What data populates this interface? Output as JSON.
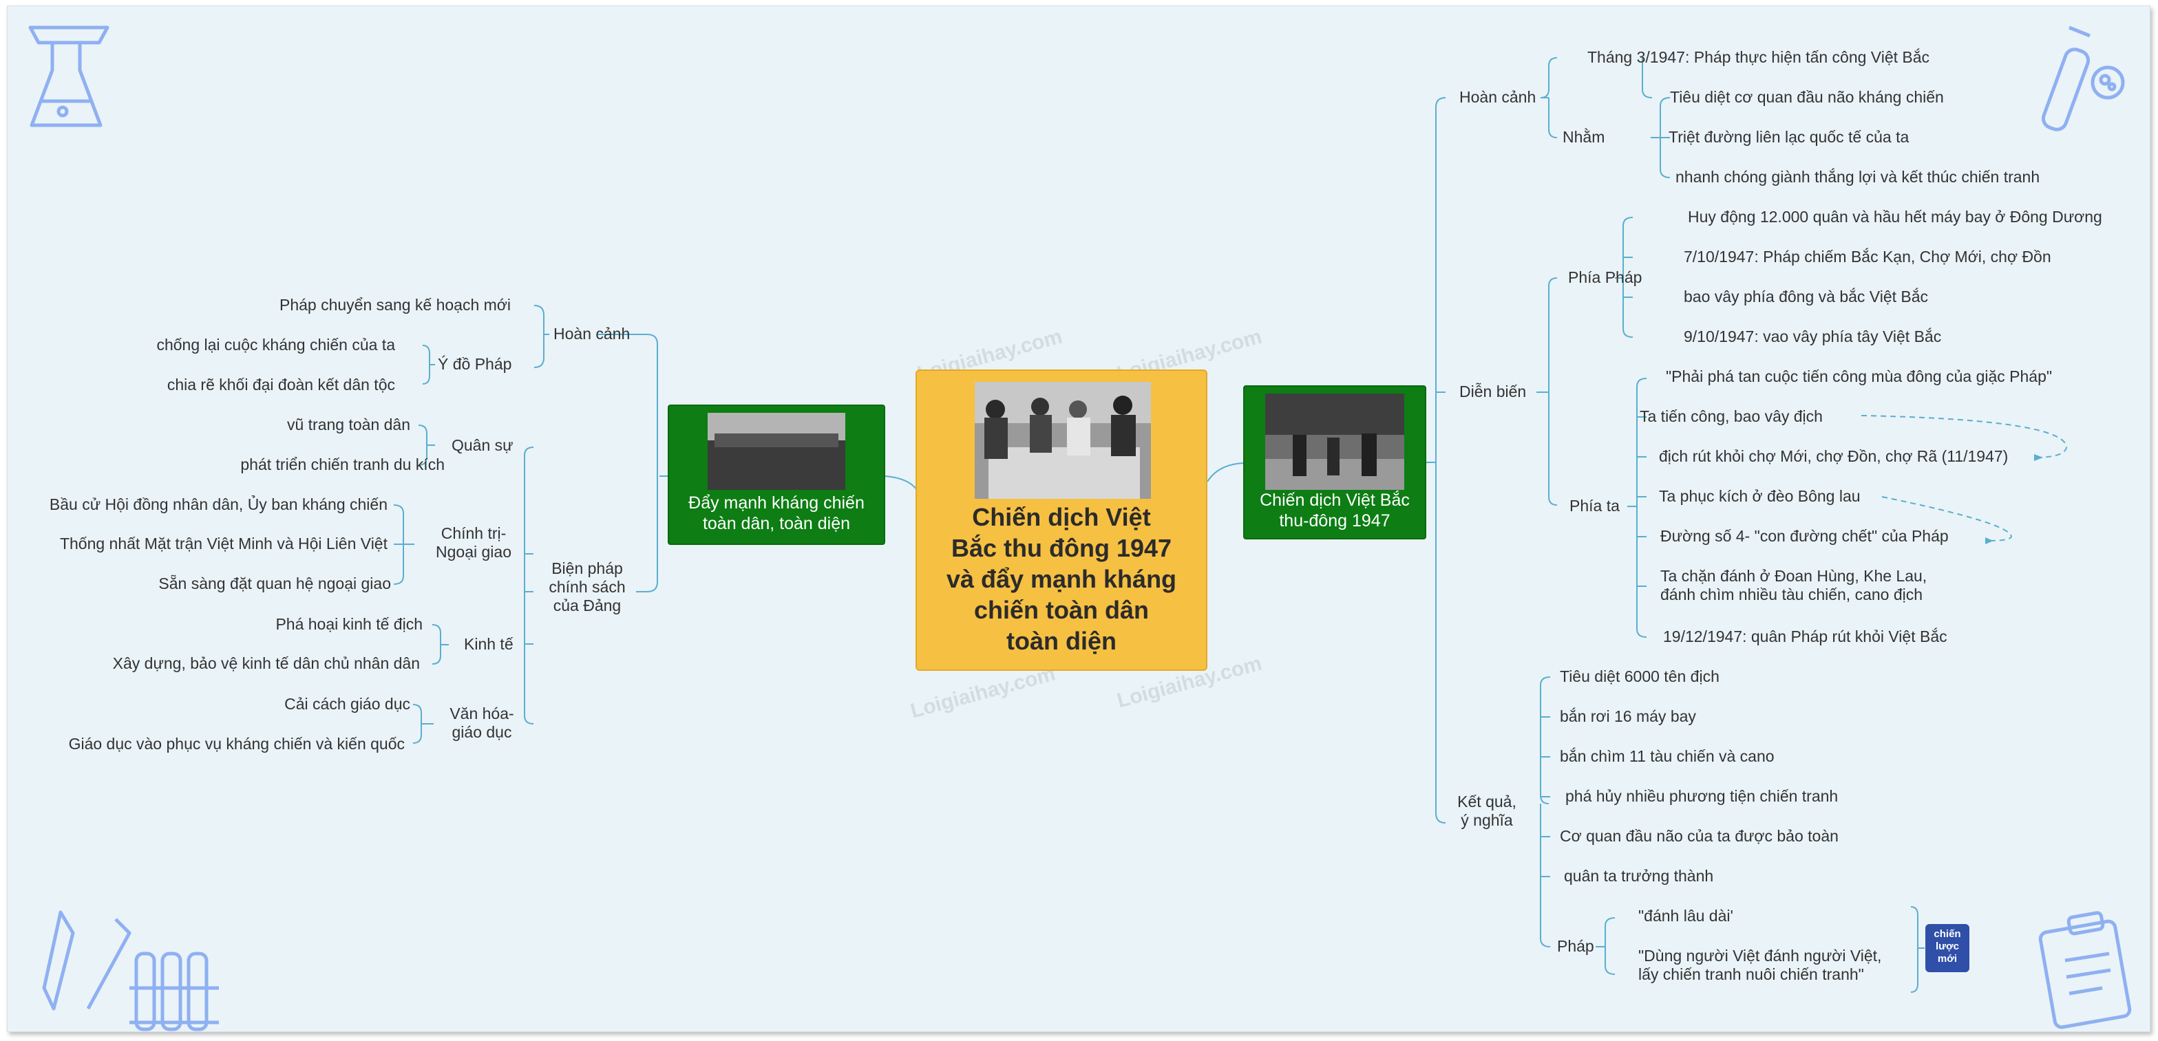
{
  "center": {
    "title": "Chiến dịch Việt\nBắc thu đông 1947\nvà đẩy mạnh kháng\nchiến toàn dân\ntoàn diện"
  },
  "left_main": {
    "label": "Đẩy mạnh kháng chiến\ntoàn dân, toàn diện",
    "hoan_canh": {
      "label": "Hoàn cảnh",
      "item1": "Pháp chuyển sang kế hoạch mới",
      "y_do_phap": {
        "label": "Ý đồ Pháp",
        "items": [
          "chống lại cuộc kháng chiến của ta",
          "chia rẽ khối đại đoàn kết dân tộc"
        ]
      }
    },
    "bien_phap": {
      "label": "Biện pháp\nchính sách\ncủa Đảng",
      "quan_su": {
        "label": "Quân sự",
        "items": [
          "vũ trang toàn dân",
          "phát triển chiến tranh du kích"
        ]
      },
      "chinh_tri": {
        "label": "Chính trị-\nNgoại giao",
        "items": [
          "Bầu cử Hội đồng nhân dân, Ủy ban kháng chiến",
          "Thống nhất Mặt trận Việt Minh và Hội Liên Việt",
          "Sẵn sàng đặt quan hệ ngoại giao"
        ]
      },
      "kinh_te": {
        "label": "Kinh tế",
        "items": [
          "Phá hoại kinh tế địch",
          "Xây dựng, bảo vệ kinh tế dân chủ nhân dân"
        ]
      },
      "van_hoa": {
        "label": "Văn hóa-\ngiáo dục",
        "items": [
          "Cải cách giáo dục",
          "Giáo dục vào phục vụ kháng chiến và kiến quốc"
        ]
      }
    }
  },
  "right_main": {
    "label": "Chiến dịch Việt Bắc\nthu-đông 1947",
    "hoan_canh": {
      "label": "Hoàn cảnh",
      "item1": "Tháng 3/1947: Pháp thực hiện tấn công Việt Bắc",
      "nham": {
        "label": "Nhằm",
        "items": [
          "Tiêu diệt cơ quan đầu não kháng chiến",
          "Triệt đường liên lạc quốc tế của ta",
          "nhanh chóng giành thắng lợi và kết thúc chiến tranh"
        ]
      }
    },
    "dien_bien": {
      "label": "Diễn biến",
      "phia_phap": {
        "label": "Phía Pháp",
        "items": [
          "Huy động 12.000 quân và hầu hết máy bay ở Đông Dương",
          "7/10/1947: Pháp chiếm Bắc Kạn, Chợ Mới, chợ Đồn",
          "bao vây phía đông và bắc Việt Bắc",
          "9/10/1947: vao vây phía tây Việt Bắc"
        ]
      },
      "phia_ta": {
        "label": "Phía ta",
        "items": [
          "\"Phải phá tan cuộc tiến công mùa đông của giặc Pháp\"",
          "Ta tiến công, bao vây địch",
          "địch rút khỏi chợ Mới, chợ Đồn, chợ Rã (11/1947)",
          "Ta phục kích ở đèo Bông lau",
          "Đường số 4- \"con đường chết\" của Pháp",
          "Ta chặn đánh ở Đoan Hùng, Khe Lau,\nđánh chìm nhiều tàu chiến, cano địch",
          "19/12/1947: quân Pháp rút khỏi Việt Bắc"
        ]
      }
    },
    "ket_qua": {
      "label": "Kết quả,\ný nghĩa",
      "items": [
        "Tiêu diệt 6000 tên địch",
        "bắn rơi 16 máy bay",
        "bắn chìm 11 tàu chiến và cano",
        "phá hủy nhiều phương tiện chiến tranh",
        "Cơ quan đầu não của ta được bảo toàn",
        "quân ta trưởng thành"
      ],
      "phap": {
        "label": "Pháp",
        "items": [
          "\"đánh lâu dài'",
          "\"Dùng người Việt đánh người Việt,\nlấy chiến tranh nuôi chiến tranh\""
        ],
        "badge": "chiến\nlược\nmới"
      }
    }
  },
  "watermark": "Loigiaihay.com",
  "colors": {
    "line": "#5aaed0",
    "center": "#f6c042",
    "green": "#0d7d14",
    "badge": "#2f4fa8",
    "background": "#eaf3f7",
    "icon": "#8fb0f2"
  }
}
